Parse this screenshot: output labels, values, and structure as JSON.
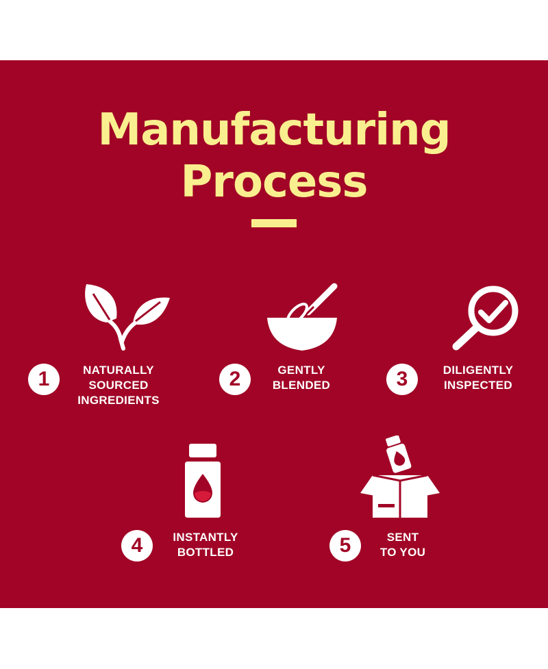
{
  "title": {
    "line1": "Manufacturing",
    "line2": "Process"
  },
  "colors": {
    "background": "#a10426",
    "title": "#f9ef8f",
    "foreground": "#ffffff"
  },
  "steps": [
    {
      "number": "1",
      "line1": "NATURALLY",
      "line2": "SOURCED",
      "line3": "INGREDIENTS",
      "icon": "leaves-icon"
    },
    {
      "number": "2",
      "line1": "GENTLY",
      "line2": "BLENDED",
      "icon": "bowl-whisk-icon"
    },
    {
      "number": "3",
      "line1": "DILIGENTLY",
      "line2": "INSPECTED",
      "icon": "magnifier-check-icon"
    },
    {
      "number": "4",
      "line1": "INSTANTLY",
      "line2": "BOTTLED",
      "icon": "bottle-drop-icon"
    },
    {
      "number": "5",
      "line1": "SENT",
      "line2": "TO YOU",
      "icon": "box-delivery-icon"
    }
  ]
}
